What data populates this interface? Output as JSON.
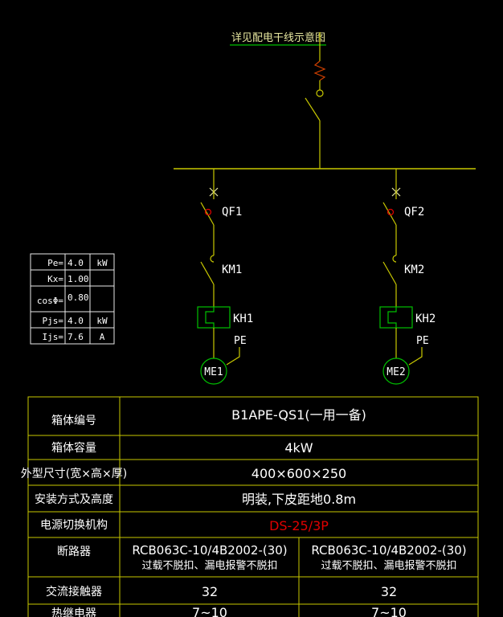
{
  "feeder_note": "详见配电干线示意图",
  "branches": [
    {
      "breaker": "QF1",
      "contactor": "KM1",
      "relay": "KH1",
      "pe": "PE",
      "motor": "ME1"
    },
    {
      "breaker": "QF2",
      "contactor": "KM2",
      "relay": "KH2",
      "pe": "PE",
      "motor": "ME2"
    }
  ],
  "load_table": [
    {
      "label": "Pe=",
      "value": "4.0",
      "unit": "kW"
    },
    {
      "label": "Kx=",
      "value": "1.00",
      "unit": ""
    },
    {
      "label": "cosΦ=",
      "value": "0.80",
      "unit": ""
    },
    {
      "label": "Pjs=",
      "value": "4.0",
      "unit": "kW"
    },
    {
      "label": "Ijs=",
      "value": "7.6",
      "unit": "A"
    }
  ],
  "spec": {
    "box_no_label": "箱体编号",
    "box_no_value": "B1APE-QS1(一用一备)",
    "capacity_label": "箱体容量",
    "capacity_value": "4kW",
    "size_label": "外型尺寸(宽×高×厚)",
    "size_value": "400×600×250",
    "mount_label": "安装方式及高度",
    "mount_value": "明装,下皮距地0.8m",
    "switch_label": "电源切换机构",
    "switch_value": "DS-25/3P",
    "breaker_label": "断路器",
    "breaker_value1_line1": "RCB063C-10/4B2002-(30)",
    "breaker_value1_line2": "过载不脱扣、漏电报警不脱扣",
    "breaker_value2_line1": "RCB063C-10/4B2002-(30)",
    "breaker_value2_line2": "过载不脱扣、漏电报警不脱扣",
    "contactor_label": "交流接触器",
    "contactor_value1": "32",
    "contactor_value2": "32",
    "relay_label": "热继电器",
    "relay_value1": "7~10",
    "relay_value2": "7~10"
  },
  "colors": {
    "line": "#c8c800",
    "text": "#e8e8a0",
    "red": "#e00000",
    "white": "#ffffff",
    "green": "#00c000"
  }
}
